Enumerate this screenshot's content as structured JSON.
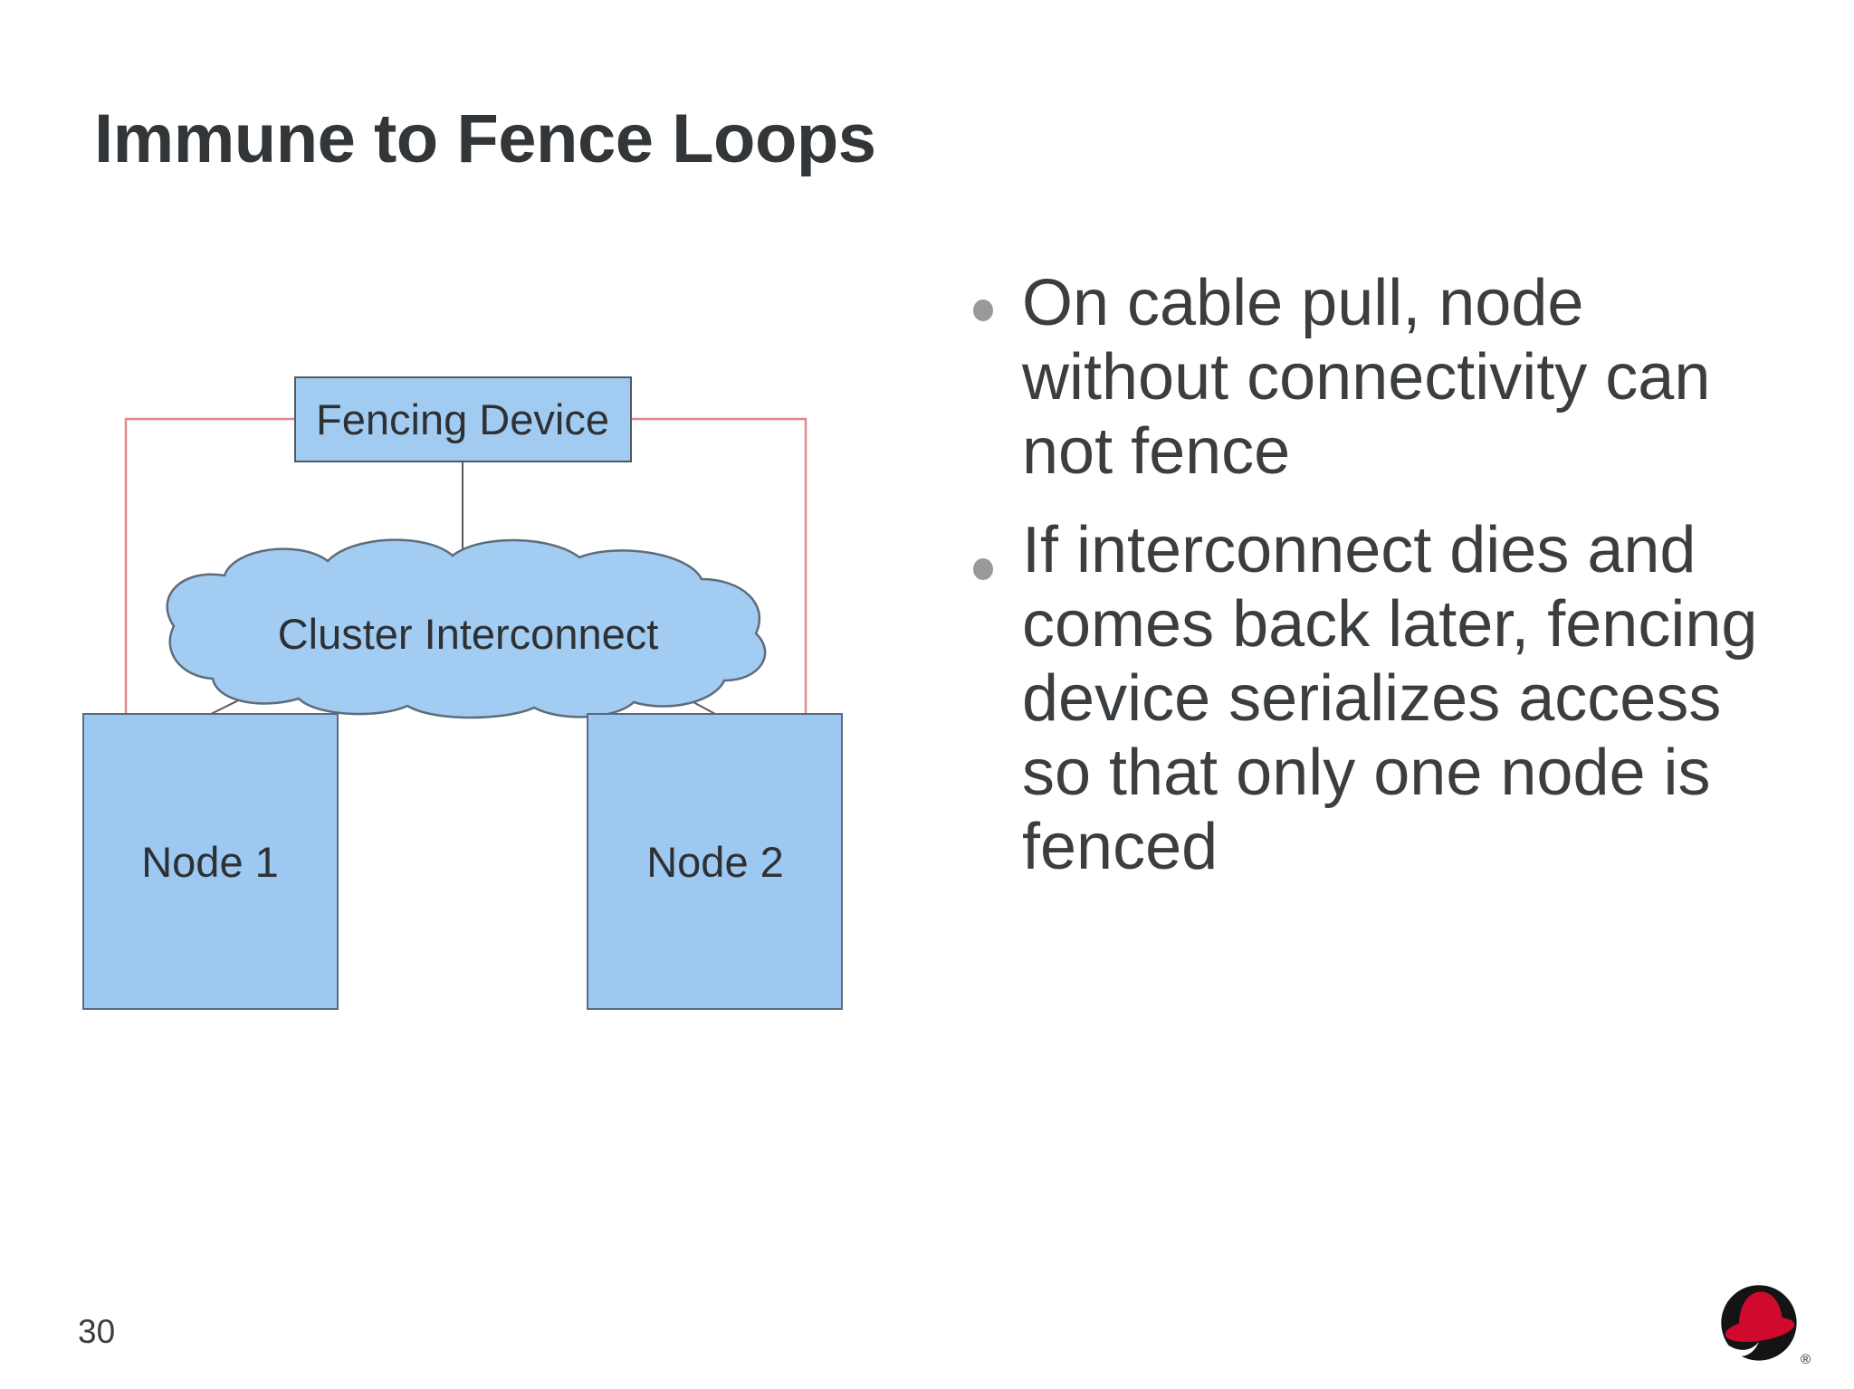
{
  "slide": {
    "title": "Immune to Fence Loops",
    "page_number": "30"
  },
  "colors": {
    "title_text": "#333638",
    "body_text": "#3b3e40",
    "bullet_dot": "#97999b",
    "box_fill": "#a2cbf2",
    "box_border": "#4d5a66",
    "node_fill": "#9cc8f2",
    "node_border": "#5a6a7d",
    "cloud_fill": "#a3ccf3",
    "cloud_border": "#5d6c7b",
    "red_line": "#e8868e",
    "gray_line": "#5a5a5a",
    "logo_hat_red": "#cf0a2c",
    "logo_shadow_black": "#141414"
  },
  "diagram": {
    "fencing_device_label": "Fencing Device",
    "cloud_label": "Cluster Interconnect",
    "node1_label": "Node 1",
    "node2_label": "Node 2"
  },
  "bullets": [
    {
      "lines": [
        "On cable pull, node",
        "without connectivity can",
        "not fence"
      ]
    },
    {
      "lines": [
        "If interconnect dies and",
        "comes back later, fencing",
        "device serializes access",
        "so that only one node is",
        "fenced"
      ]
    }
  ],
  "logo": {
    "name": "Red Hat logo",
    "registered_mark": "®"
  }
}
